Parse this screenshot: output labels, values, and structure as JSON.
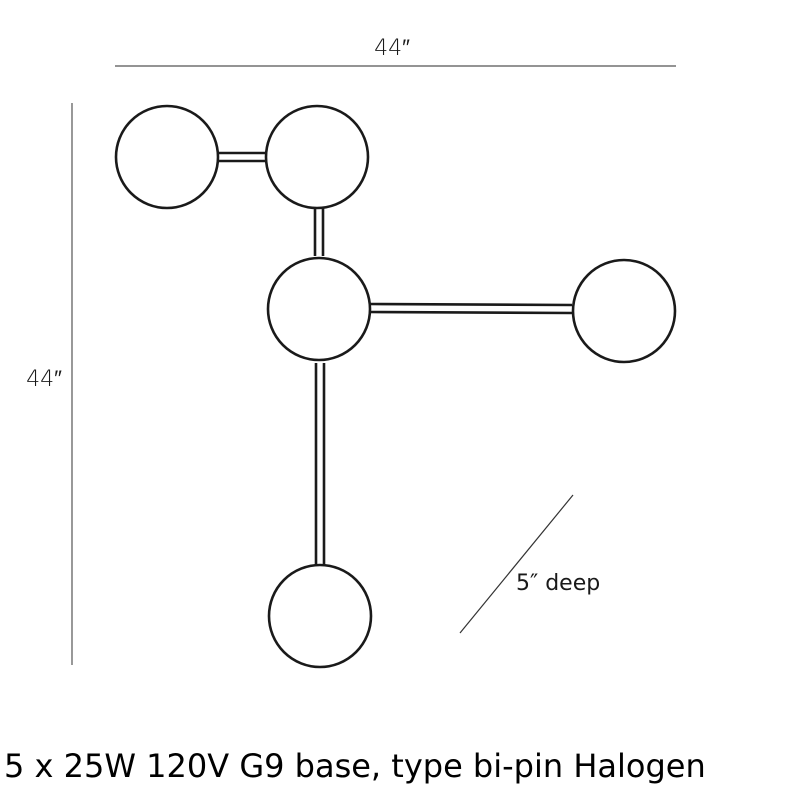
{
  "dimensions": {
    "width_label": "44″",
    "height_label": "44″",
    "depth_label": "5″ deep"
  },
  "caption": "5 x 25W 120V G9 base, type bi-pin Halogen",
  "colors": {
    "line": "#1a1a1a",
    "globe_fill": "#ffffff"
  }
}
